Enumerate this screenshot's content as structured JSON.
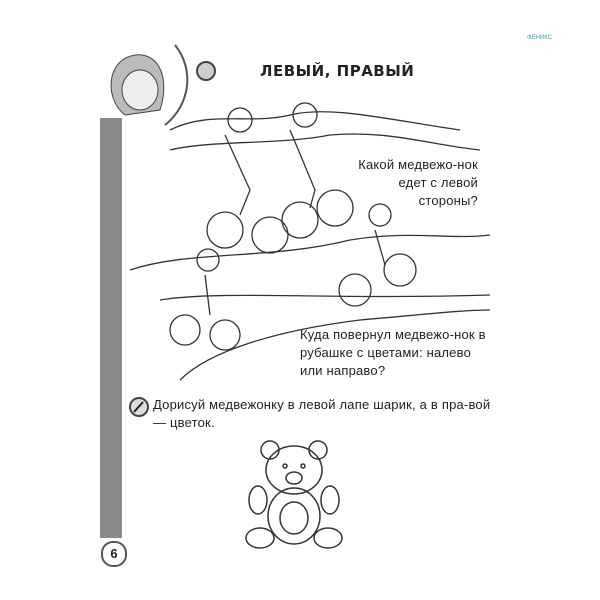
{
  "header": {
    "title": "ЛЕВЫЙ, ПРАВЫЙ",
    "logo_text": "ФЕНИКС"
  },
  "questions": [
    {
      "text": "Какой медвежо-нок едет с левой стороны?"
    },
    {
      "text": "Куда повернул медвежо-нок в рубашке с цветами: налево или направо?"
    }
  ],
  "task": {
    "text": "Дорисуй медвежонку в левой лапе шарик, а в пра-вой — цветок.",
    "icon": "pencil-icon"
  },
  "footer": {
    "page_number": "6"
  },
  "colors": {
    "strip": "#8a8a8a",
    "text": "#222222"
  }
}
